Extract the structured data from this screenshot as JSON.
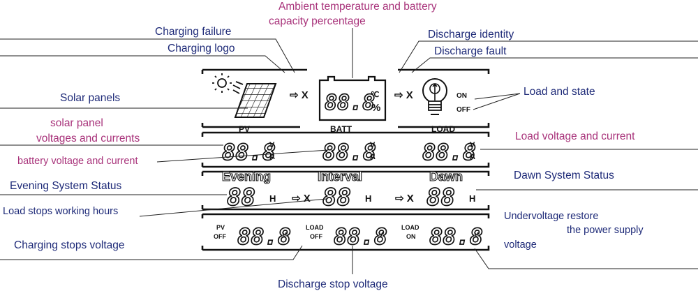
{
  "annotations": {
    "ambient_temp_line1": "Ambient temperature  and battery",
    "ambient_temp_line2": "capacity percentage",
    "charging_failure": "Charging failure",
    "charging_logo": "Charging logo",
    "discharge_identity": "Discharge identity",
    "discharge_fault": "Discharge fault",
    "solar_panels": "Solar panels",
    "load_and_state": "Load  and state",
    "solar_voltage_line1": "solar panel",
    "solar_voltage_line2": "voltages and currents",
    "load_voltage_current": "Load voltage and current",
    "battery_voltage_current": "battery voltage and current",
    "dawn_status": "Dawn System Status",
    "evening_status": "Evening System Status",
    "load_stop_hours": "Load stops working hours",
    "undervoltage_line1": "Undervoltage restore",
    "undervoltage_line2": "the power supply",
    "undervoltage_line3": "voltage",
    "charging_stop_voltage": "Charging stops voltage",
    "discharge_stop_voltage": "Discharge stop voltage"
  },
  "display": {
    "battery_digits": "88.8",
    "temp_unit": "℃",
    "percent": "%",
    "arrow_x": "⇨ X",
    "on_label": "ON",
    "off_label": "OFF",
    "pv_header": "PV",
    "batt_header": "BATT",
    "load_header": "LOAD",
    "pv_digits": "88.8",
    "batt_digits": "88.8",
    "load_digits": "88.8",
    "unit_v": "V",
    "unit_a": "A",
    "evening": "Evening",
    "interval": "Interval",
    "dawn": "Dawn",
    "hours_digits": "88",
    "unit_h": "H",
    "pv_off_top": "PV",
    "pv_off_bottom": "OFF",
    "load_off_top": "LOAD",
    "load_off_bottom": "OFF",
    "load_on_top": "LOAD",
    "load_on_bottom": "ON",
    "volt_digits": "88.8"
  },
  "colors": {
    "navy": "#1e2a78",
    "magenta": "#a8327a",
    "ink": "#111111"
  },
  "icons": [
    "sun-icon",
    "solar-panel-icon",
    "battery-icon",
    "bulb-icon",
    "arrow-right-icon"
  ]
}
